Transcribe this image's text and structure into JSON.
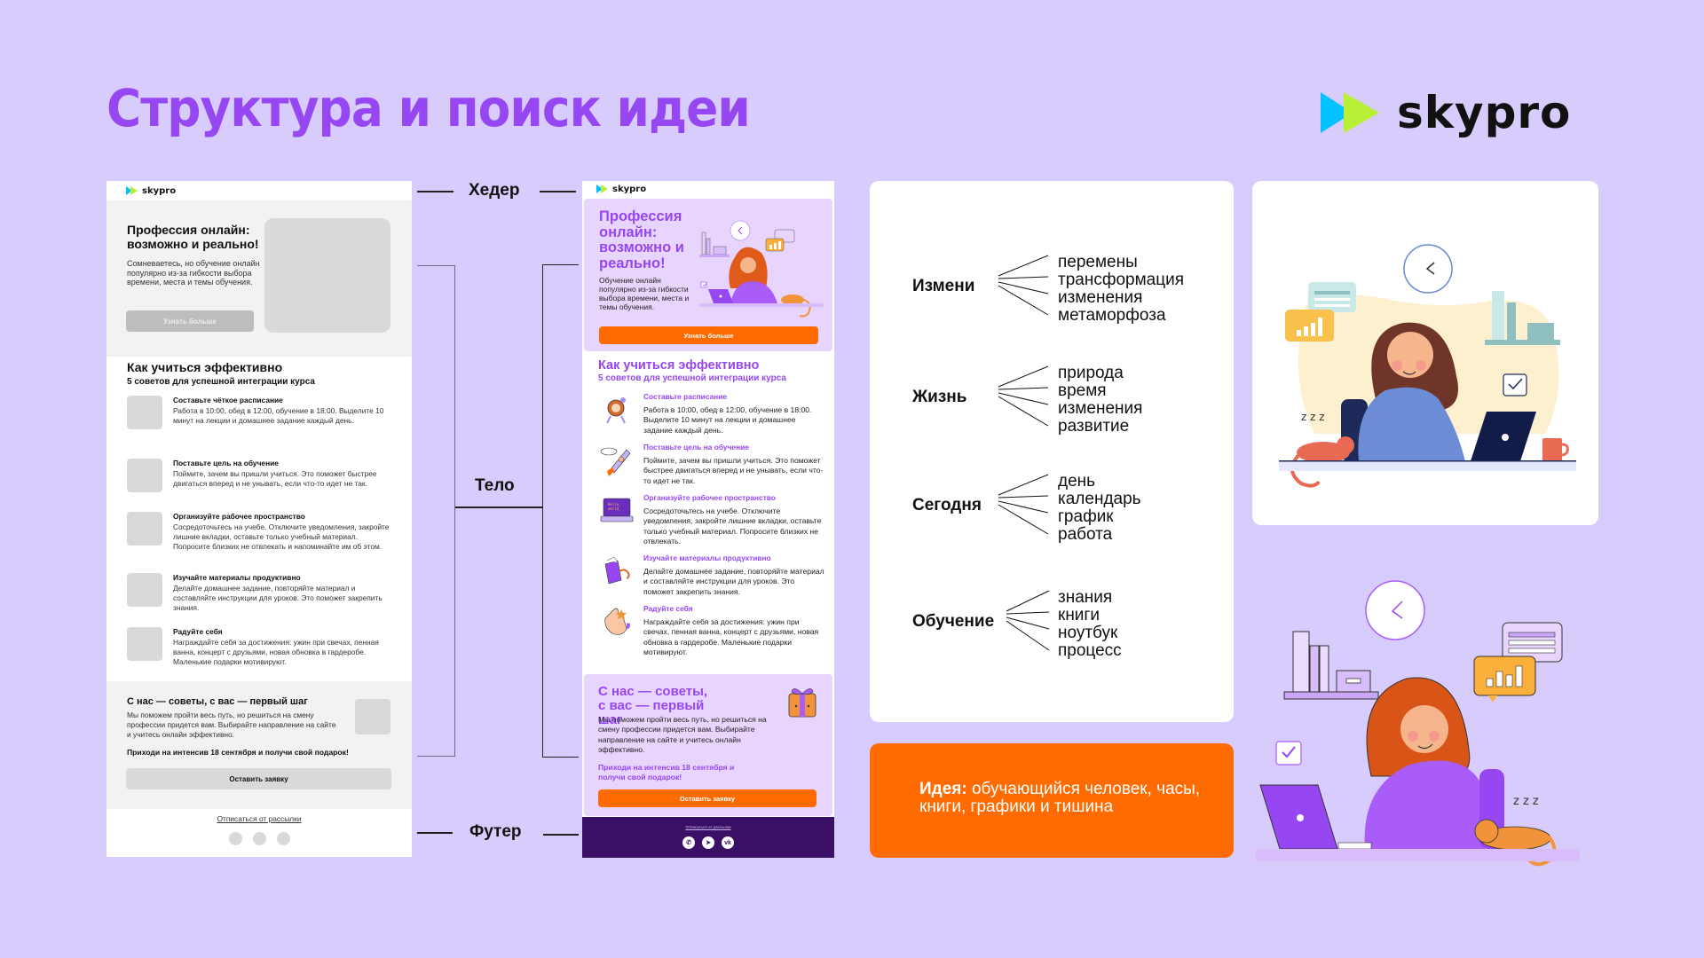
{
  "page": {
    "title": "Структура и поиск идеи",
    "brand": "skypro"
  },
  "labels": {
    "header": "Хедер",
    "body": "Тело",
    "footer": "Футер"
  },
  "wireframe": {
    "brand": "skypro",
    "hero": {
      "title": "Профессия онлайн: возможно и реально!",
      "text": "Сомневаетесь, но обучение онлайн популярно из-за гибкости выбора времени, места и темы обучения.",
      "button": "Узнать больше"
    },
    "tips": {
      "title": "Как учиться эффективно",
      "subtitle": "5 советов для успешной интеграции курса",
      "items": [
        {
          "title": "Составьте чёткое расписание",
          "text": "Работа в 10:00, обед в 12:00, обучение в 18:00. Выделите 10 минут на лекции и домашнее задание каждый день."
        },
        {
          "title": "Поставьте цель на обучение",
          "text": "Поймите, зачем вы пришли учиться. Это поможет быстрее двигаться вперед и не унывать, если что-то идет не так."
        },
        {
          "title": "Организуйте рабочее пространство",
          "text": "Сосредоточьтесь на учебе. Отключите уведомления, закройте лишние вкладки, оставьте только учебный материал. Попросите близких не отвлекать и напоминайте им об этом."
        },
        {
          "title": "Изучайте материалы продуктивно",
          "text": "Делайте домашнее задание, повторяйте материал и составляйте инструкции для уроков. Это поможет закрепить знания."
        },
        {
          "title": "Радуйте себя",
          "text": "Награждайте себя за достижения: ужин при свечах, пенная ванна, концерт с друзьями, новая обновка в гардеробе. Маленькие подарки мотивируют."
        }
      ]
    },
    "cta": {
      "title": "С нас — советы, с вас — первый шаг",
      "text": "Мы поможем пройти весь путь, но решиться на смену профессии придется вам. Выбирайте направление на сайте и учитесь онлайн эффективно.",
      "promo": "Приходи на интенсив 18 сентября и получи свой подарок!",
      "button": "Оставить заявку"
    },
    "footer": {
      "unsubscribe": "Отписаться от рассылки"
    }
  },
  "email": {
    "brand": "skypro",
    "hero": {
      "title": "Профессия онлайн: возможно и реально!",
      "text": "Обучение онлайн популярно из-за гибкости выбора времени, места и темы обучения.",
      "button": "Узнать больше"
    },
    "tips": {
      "title": "Как учиться эффективно",
      "subtitle": "5 советов для успешной интеграции курса",
      "items": [
        {
          "title": "Составьте расписание",
          "text": "Работа в 10:00, обед в 12:00, обучение в 18:00. Выделите 10 минут на лекции и домашнее задание каждый день.",
          "icon": "clock-character-icon"
        },
        {
          "title": "Поставьте цель на обучение",
          "text": "Поймите, зачем вы пришли учиться. Это поможет быстрее двигаться вперед и не унывать, если что-то идет не так.",
          "icon": "rocket-icon"
        },
        {
          "title": "Организуйте рабочее пространство",
          "text": "Сосредоточьтесь на учебе. Отключите уведомления, закройте лишние вкладки, оставьте только учебный материал. Попросите близких не отвлекать.",
          "icon": "laptop-icon",
          "screen_text": "Hello, world_"
        },
        {
          "title": "Изучайте материалы продуктивно",
          "text": "Делайте домашнее задание, повторяйте материал и составляйте инструкции для уроков. Это поможет закрепить знания.",
          "icon": "book-icon"
        },
        {
          "title": "Радуйте себя",
          "text": "Награждайте себя за достижения: ужин при свечах, пенная ванна, концерт с друзьями, новая обновка в гардеробе. Маленькие подарки мотивируют.",
          "icon": "hand-star-icon"
        }
      ]
    },
    "cta": {
      "title": "С нас — советы, с вас — первый шаг",
      "text": "Мы поможем пройти весь путь, но решиться на смену профессии придется вам. Выбирайте направление на сайте и учитесь онлайн эффективно.",
      "promo": "Приходи на интенсив 18 сентября и получи свой подарок!",
      "button": "Оставить заявку"
    },
    "footer": {
      "unsubscribe": "Отписаться от рассылки",
      "social": [
        "whatsapp-icon",
        "telegram-icon",
        "vk-icon"
      ]
    }
  },
  "mindmap": [
    {
      "key": "Измени",
      "words": [
        "перемены",
        "трансформация",
        "изменения",
        "метаморфоза"
      ]
    },
    {
      "key": "Жизнь",
      "words": [
        "природа",
        "время",
        "изменения",
        "развитие"
      ]
    },
    {
      "key": "Сегодня",
      "words": [
        "день",
        "календарь",
        "график",
        "работа"
      ]
    },
    {
      "key": "Обучение",
      "words": [
        "знания",
        "книги",
        "ноутбук",
        "процесс"
      ]
    }
  ],
  "idea": {
    "label": "Идея:",
    "text": " обучающийся человек, часы, книги, графики и тишина"
  },
  "colors": {
    "background": "#d8ccfd",
    "accent_purple": "#9747f2",
    "accent_orange": "#ff6b00",
    "footer_dark": "#3a1067",
    "email_light": "#e8d5fe"
  }
}
